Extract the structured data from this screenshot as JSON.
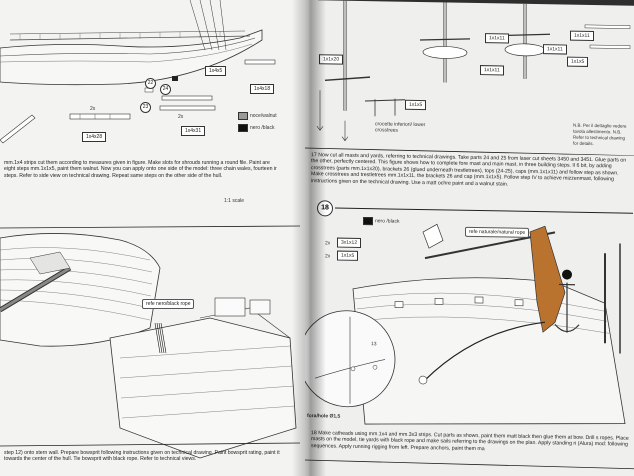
{
  "left_page": {
    "parts": {
      "p1": "1x4x5",
      "p2": "1x4x18",
      "p3": "1x4x28",
      "p4": "1x4x31",
      "qty_2x_a": "2x",
      "qty_2x_b": "2x",
      "n22": "22",
      "n23": "23",
      "n24": "24"
    },
    "legend": {
      "walnut": "noce/walnut",
      "black": "nero /black"
    },
    "step17_text": "mm.1x4 strips cut them according to measures given in figure. Make slots for shrouds running a round file. Paint are eight steps mm.1x1x5, paint them walnut. Now you can apply onto one side of the model: three chain wales, fourteen ir steps. Refer to side view on technical drawing. Repeat same steps on the other side of the hull.",
    "scale": "1:1 scale",
    "rope_tag": "refe nero/black rope",
    "step18_text": "step 12) onto stern wall. Prepare bowsprit following instructions given on technical drawing. Paint bowsprit rating, paint it towards the center of the hull. Tie bowsprit with black rope. Refer to technical views."
  },
  "right_page": {
    "parts": {
      "a": "1x1x20",
      "b": "1x1x11",
      "c": "1x1x11",
      "d": "1x1x11",
      "e": "1x1x5",
      "f": "1x1x11",
      "g": "1x1x5"
    },
    "crossbar_label": "crocette inferiori/ lower crosstrees",
    "nb_note": "N.B. Per il dettaglio vedere tavola allestimento. N.B. Refer to technical drawing for details.",
    "step17_text": "17 Now cut all masts and yards, referring to technical drawings. Take parts 24 and 25 from laser cut sheets 3450 and 3451. Glue parts on the other, perfectly centered. This figure shows how to complete fore mast and main mast, in three building steps. Il 6 bit, by adding crosstrees (parts mm.1x1x20), brackets 26 (glued underneath trestletrees), tops (24-25), caps (mm.1x1x11) and follow step as shown. Make crosstrees and trestletrees mm.1x1x11, the brackets 26 and cap (mm.1x1x5). Follow step IV to achieve mizzenmast, following instructions given on the technical drawing. Use a matt ochre paint and a walnut stain.",
    "step_number": "18",
    "legend_black": "nero /black",
    "qty_a": "2x",
    "qty_b": "2x",
    "part_x": "3x1x12",
    "part_y": "1x1x5",
    "rope_tag": "refe naturale/natural rope",
    "dim": "13",
    "drill": "fora/hole Ø1,5",
    "step18_text": "18 Make catheads using mm.1x4 and mm.3x3 strips. Cut parts as shown, paint them matt black then glue them at bow. Drill s ropes. Place masts on the model, tie yards with black rope and make sails referring to the drawings on the plan. Apply standing ri (Alura) mod: following sequences. Apply running rigging from left. Prepare anchors, paint them ma"
  }
}
